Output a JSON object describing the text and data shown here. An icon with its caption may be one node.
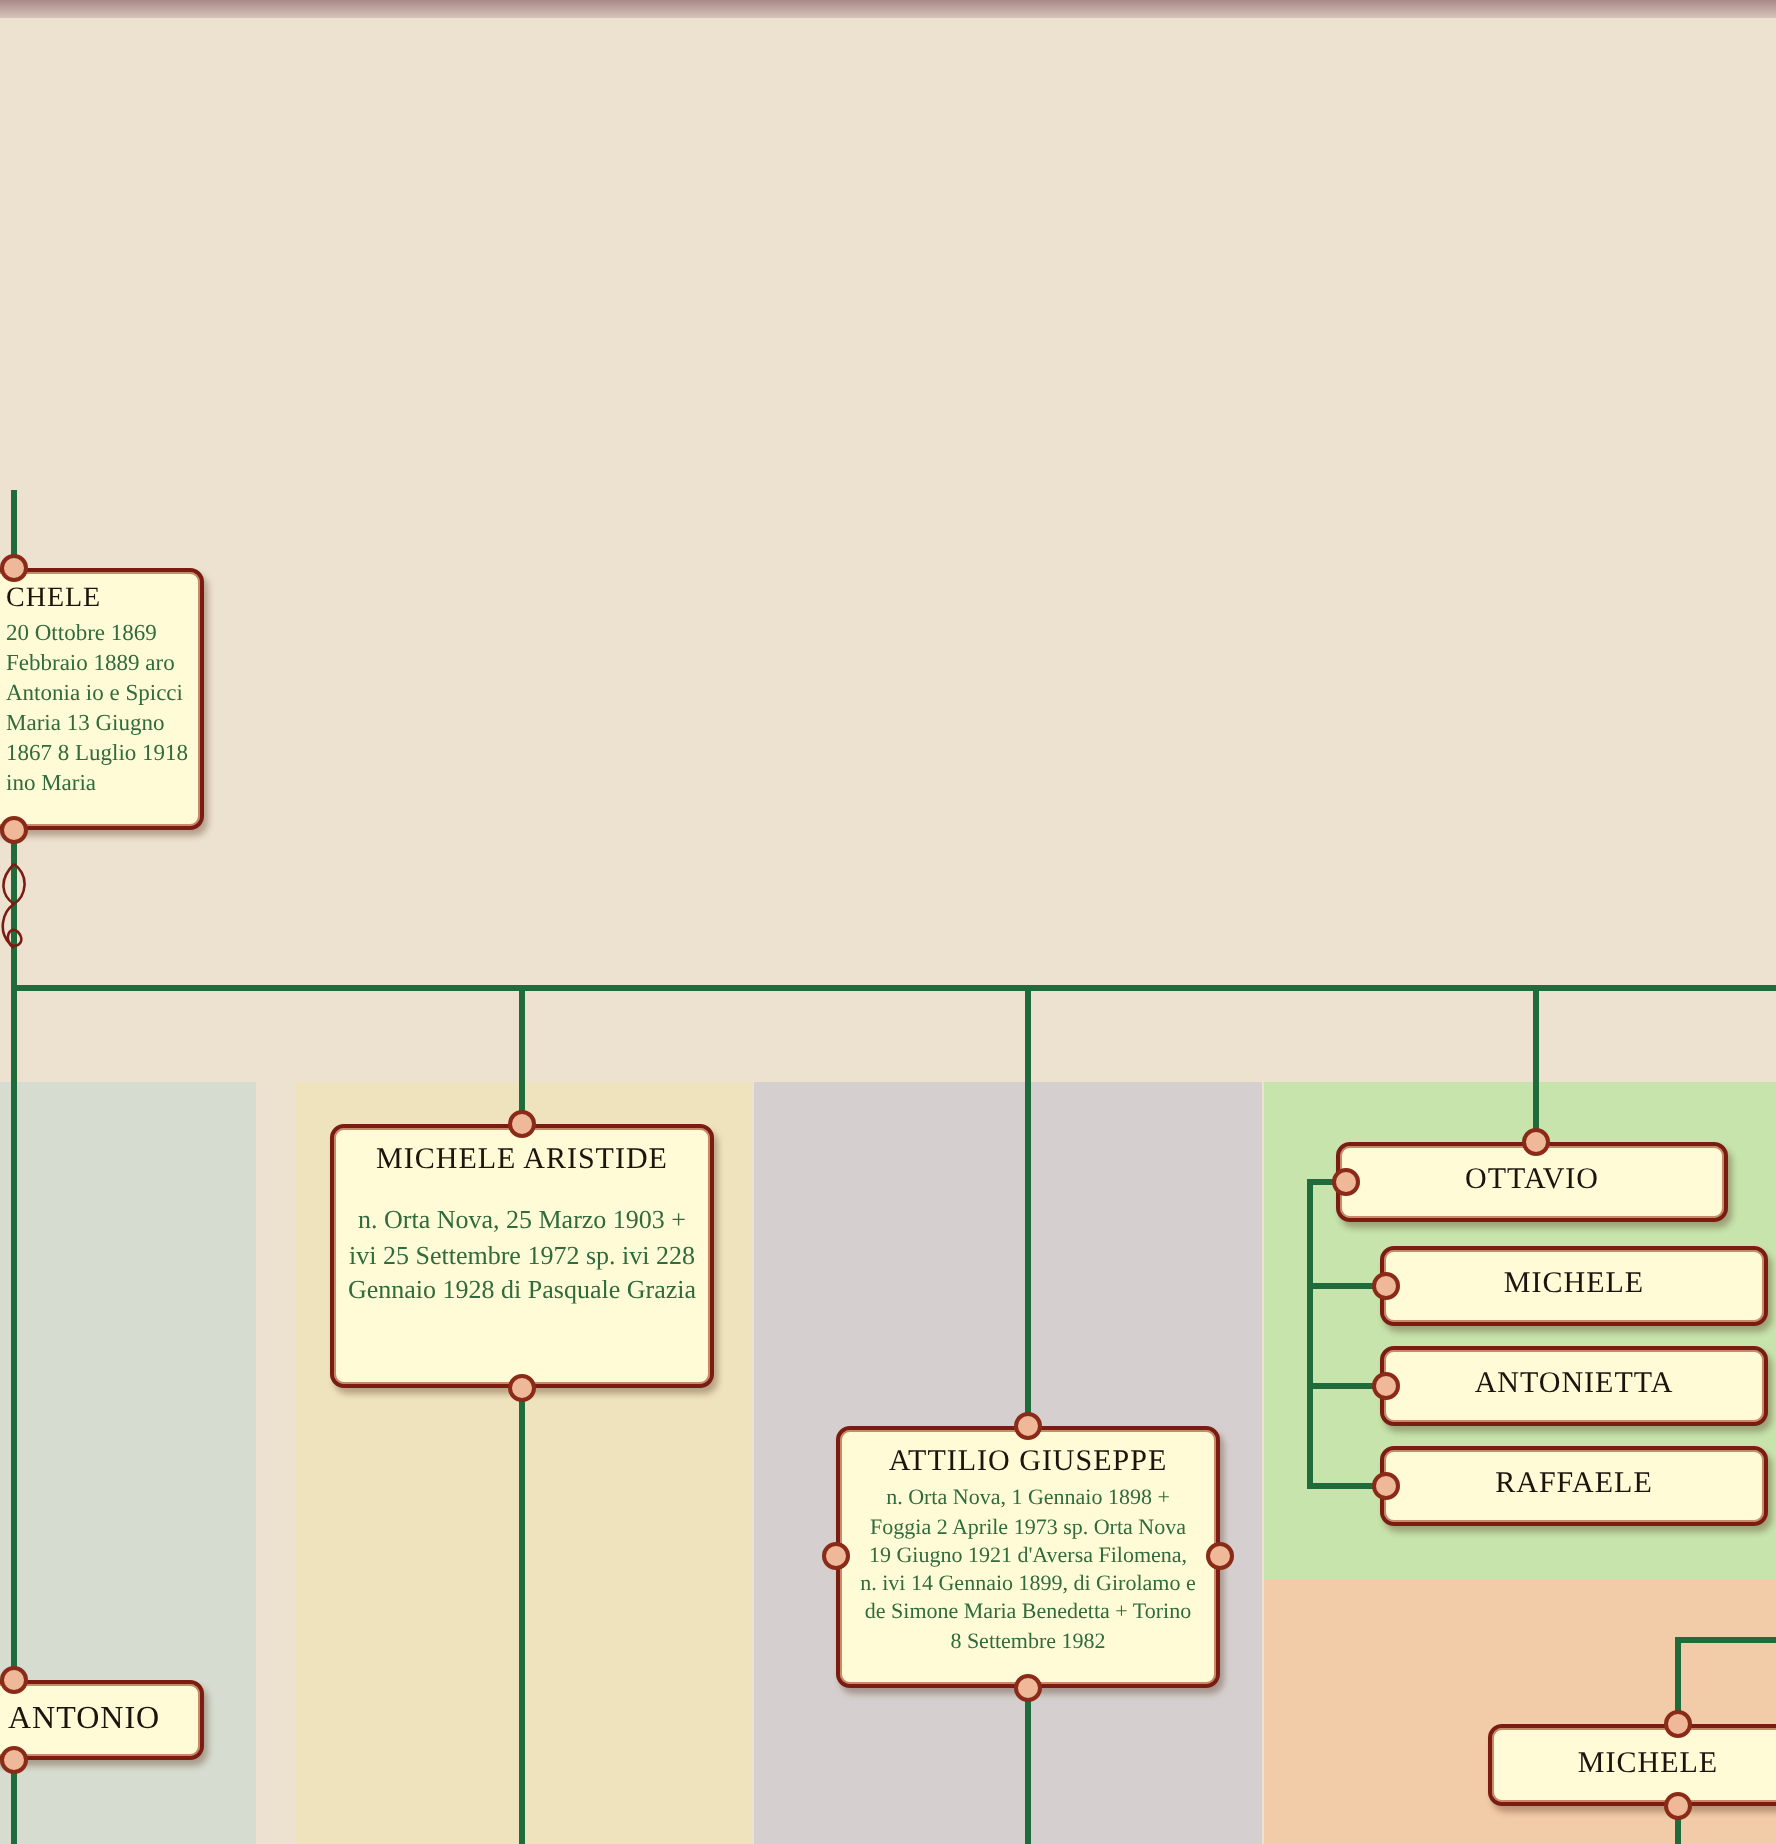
{
  "diagram": {
    "nodes": [
      {
        "text": [
          "CHELE",
          "20 Ottobre 1869 Febbraio 1889 aro Antonia io e Spicci Maria 13 Giugno 1867 8 Luglio 1918 ino Maria"
        ]
      },
      {
        "text": [
          "MICHELE ARISTIDE",
          "n. Orta Nova, 25 Marzo 1903 + ivi 25 Settembre 1972 sp. ivi 228 Gennaio 1928 di Pasquale Grazia"
        ]
      },
      {
        "text": [
          "ATTILIO GIUSEPPE",
          "n. Orta Nova, 1 Gennaio 1898 + Foggia 2 Aprile 1973 sp. Orta Nova 19 Giugno 1921 d'Aversa Filomena, n. ivi 14 Gennaio 1899, di Girolamo e de Simone Maria Benedetta + Torino 8 Settembre 1982"
        ]
      },
      {
        "text": [
          "OTTAVIO"
        ]
      },
      {
        "text": [
          "MICHELE"
        ]
      },
      {
        "text": [
          "ANTONIETTA"
        ]
      },
      {
        "text": [
          "RAFFAELE"
        ]
      },
      {
        "text": [
          "ANTONIO"
        ]
      },
      {
        "text": [
          "MICHELE"
        ]
      }
    ],
    "edges": [
      {
        "from": null,
        "to": 0,
        "arrow": "none"
      },
      {
        "from": 0,
        "to": 7,
        "arrow": "none"
      },
      {
        "from": 0,
        "to": 1,
        "arrow": "none"
      },
      {
        "from": 0,
        "to": 2,
        "arrow": "none"
      },
      {
        "from": 0,
        "to": 3,
        "arrow": "none"
      },
      {
        "from": 0,
        "to": null,
        "arrow": "none"
      },
      {
        "from": 3,
        "to": 4,
        "arrow": "none"
      },
      {
        "from": 3,
        "to": 5,
        "arrow": "none"
      },
      {
        "from": 3,
        "to": 6,
        "arrow": "none"
      },
      {
        "from": null,
        "to": 8,
        "arrow": "none"
      },
      {
        "from": 8,
        "to": null,
        "arrow": "none"
      },
      {
        "from": 7,
        "to": null,
        "arrow": "none"
      },
      {
        "from": 1,
        "to": null,
        "arrow": "none"
      },
      {
        "from": 2,
        "to": null,
        "arrow": "none"
      }
    ]
  }
}
